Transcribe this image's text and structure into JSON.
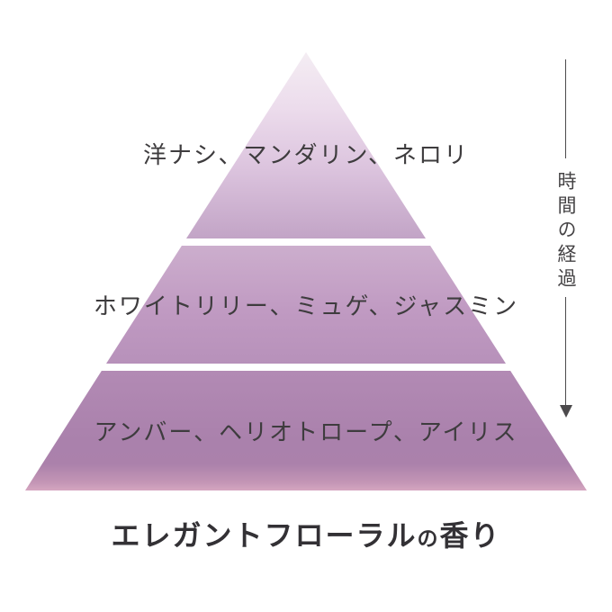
{
  "page": {
    "background_color": "#ffffff"
  },
  "pyramid": {
    "kind": "fragrance-note-pyramid",
    "label_color": "#3e3c3e",
    "tiers": [
      {
        "id": "top-notes",
        "label": "洋ナシ、マンダリン、ネロリ",
        "gradient_top": "#f4edf3",
        "gradient_bottom": "#c2a4c6"
      },
      {
        "id": "middle-notes",
        "label": "ホワイトリリー、ミュゲ、ジャスミン",
        "gradient_top": "#ccaecd",
        "gradient_bottom": "#b791ba"
      },
      {
        "id": "base-notes",
        "label": "アンバー、ヘリオトロープ、アイリス",
        "gradient_top": "#b28ab4",
        "gradient_bottom": "#d5a6c0"
      }
    ]
  },
  "timeline": {
    "label": "時間の経過",
    "color": "#4c4a4c",
    "direction": "down"
  },
  "title": {
    "main": "エレガントフローラル",
    "particle": "の",
    "suffix": "香り",
    "color": "#333135"
  }
}
